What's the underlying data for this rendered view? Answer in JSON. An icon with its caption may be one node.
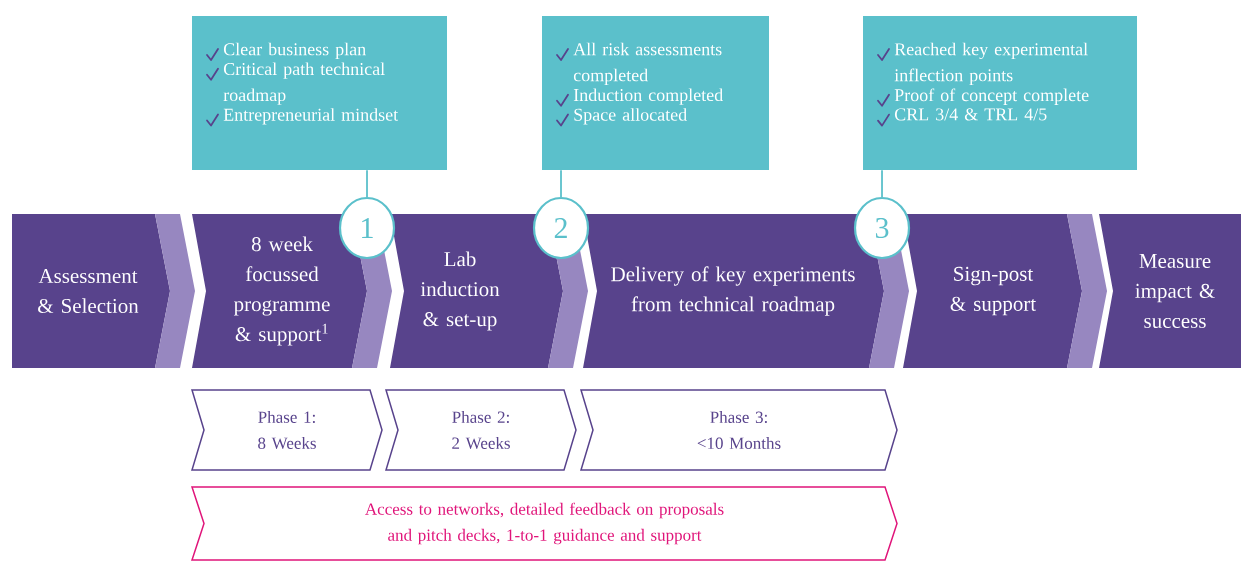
{
  "diagram": {
    "nodes": [
      {
        "text": [
          "Assessment & Selection"
        ]
      },
      {
        "text": [
          "8 week focussed programme & support$^{1}$"
        ]
      },
      {
        "text": [
          "Lab induction & set-up"
        ]
      },
      {
        "text": [
          "Delivery of key experiments from technical roadmap"
        ]
      },
      {
        "text": [
          "Sign-post & support"
        ]
      },
      {
        "text": [
          "Measure impact & success"
        ]
      },
      {
        "text": [
          "Clear business plan",
          "Critical path technical roadmap",
          "Entrepreneurial mindset"
        ]
      },
      {
        "text": [
          "All risk assessments completed",
          "Induction completed",
          "Space allocated"
        ]
      },
      {
        "text": [
          "Reached key experimental inflection points",
          "Proof of concept complete",
          "CRL 3/4 & TRL 4/5"
        ]
      },
      {
        "text": [
          "1"
        ]
      },
      {
        "text": [
          "2"
        ]
      },
      {
        "text": [
          "3"
        ]
      },
      {
        "text": [
          "Phase 1: 8 Weeks"
        ]
      },
      {
        "text": [
          "Phase 2: 2 Weeks"
        ]
      },
      {
        "text": [
          "Phase 3: <10 Months"
        ]
      },
      {
        "text": [
          "Access to networks, detailed feedback on proposals and pitch decks, 1-to-1 guidance and support"
        ]
      }
    ],
    "edges": [
      {
        "from": 6,
        "to": 9,
        "arrow": "none"
      },
      {
        "from": 7,
        "to": 10,
        "arrow": "none"
      },
      {
        "from": 8,
        "to": 11,
        "arrow": "none"
      }
    ]
  }
}
